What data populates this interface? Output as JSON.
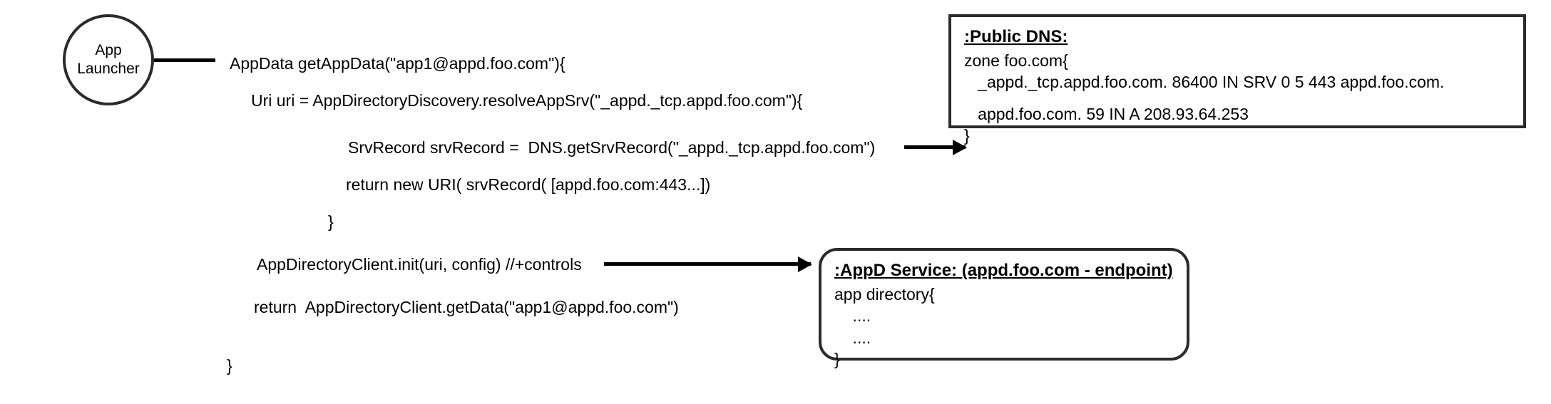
{
  "diagram": {
    "actor": {
      "name": "App Launcher",
      "line1": "App",
      "line2": "Launcher"
    },
    "code_lines": [
      {
        "id": "get-app-data",
        "text": "AppData getAppData(\"app1@appd.foo.com\"){"
      },
      {
        "id": "resolve-app-srv",
        "text": "Uri uri = AppDirectoryDiscovery.resolveAppSrv(\"_appd._tcp.appd.foo.com\"){"
      },
      {
        "id": "get-srv-record",
        "text": "SrvRecord srvRecord =  DNS.getSrvRecord(\"_appd._tcp.appd.foo.com\")"
      },
      {
        "id": "return-new-uri",
        "text": "return new URI( srvRecord( [appd.foo.com:443...])"
      },
      {
        "id": "close-brace-inner",
        "text": "}"
      },
      {
        "id": "client-init",
        "text": "AppDirectoryClient.init(uri, config) //+controls"
      },
      {
        "id": "return-client-data",
        "text": "return  AppDirectoryClient.getData(\"app1@appd.foo.com\")"
      },
      {
        "id": "close-brace-outer",
        "text": "}"
      }
    ],
    "dns_box": {
      "title": ":Public DNS:",
      "lines": [
        "zone foo.com{",
        "   _appd._tcp.appd.foo.com. 86400 IN SRV 0 5 443 appd.foo.com.",
        "",
        "   appd.foo.com. 59 IN A 208.93.64.253",
        "}"
      ]
    },
    "appd_box": {
      "title": ":AppD Service: (appd.foo.com - endpoint)",
      "lines": [
        "app directory{",
        "    ....",
        "    ....",
        "}"
      ]
    },
    "arrows": [
      {
        "id": "arrow-to-dns",
        "from": "get-srv-record",
        "to": "dns-box"
      },
      {
        "id": "arrow-to-appd",
        "from": "client-init",
        "to": "appd-box"
      }
    ],
    "colors": {
      "stroke": "#2b2b2b",
      "line": "#000000",
      "text": "#000000",
      "background": "#ffffff"
    }
  }
}
